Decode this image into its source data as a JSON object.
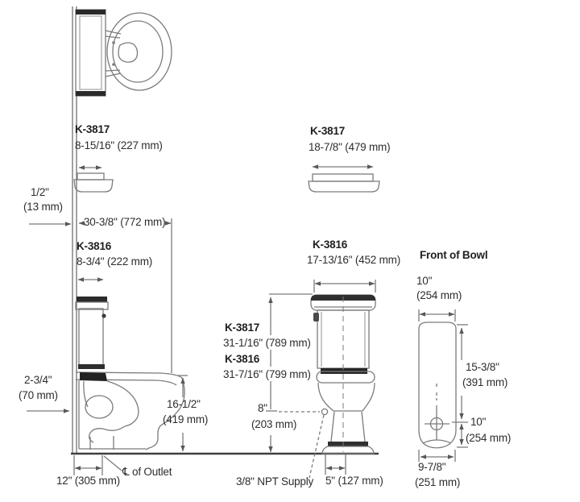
{
  "title": "Toilet installation dimension drawing",
  "colors": {
    "line": "#7b7b7b",
    "dark_band": "#2a2a2a",
    "text": "#2d2d2d",
    "floor": "#3f3f3f",
    "background": "#ffffff"
  },
  "labels": {
    "plan_model": "K-3817",
    "plan_width": "8-15/16\" (227 mm)",
    "lid_model": "K-3817",
    "lid_width": "18-7/8\" (479 mm)",
    "wall_gap_in": "1/2\"",
    "wall_gap_mm": "(13 mm)",
    "depth": "30-3/8\" (772 mm)",
    "side_tank_model": "K-3816",
    "side_tank_width": "8-3/4\" (222 mm)",
    "front_tank_model": "K-3816",
    "front_tank_width": "17-13/16\" (452 mm)",
    "height_model_a": "K-3817",
    "height_a": "31-1/16\" (789 mm)",
    "height_model_b": "K-3816",
    "height_b": "31-7/16\" (799 mm)",
    "outlet_height_in": "2-3/4\"",
    "outlet_height_mm": "(70 mm)",
    "rim_height_in": "16-1/2\"",
    "rim_height_mm": "(419 mm)",
    "supply_height_in": "8\"",
    "supply_height_mm": "(203 mm)",
    "rough_in": "12\" (305 mm)",
    "outlet_centerline": "℄ of Outlet",
    "supply_label": "3/8\" NPT Supply",
    "base_width": "5\" (127 mm)",
    "bowl_title": "Front of Bowl",
    "bowl_top_in": "10\"",
    "bowl_top_mm": "(254 mm)",
    "bowl_front_in": "15-3/8\"",
    "bowl_front_mm": "(391 mm)",
    "bowl_back_in": "10\"",
    "bowl_back_mm": "(254 mm)",
    "bowl_bottom_in": "9-7/8\"",
    "bowl_bottom_mm": "(251 mm)"
  }
}
